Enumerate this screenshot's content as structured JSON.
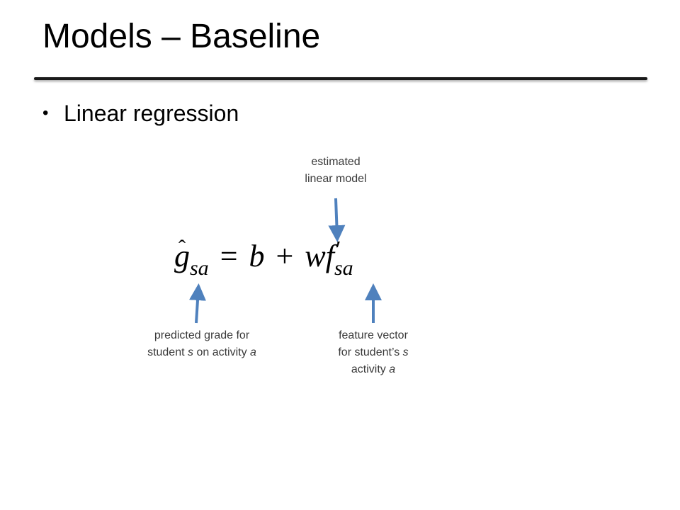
{
  "slide": {
    "title": "Models – Baseline",
    "bullet_marker": "•",
    "bullet": "Linear regression"
  },
  "formula": {
    "lhs_symbol": "g",
    "lhs_hat": "ˆ",
    "lhs_subscript": "sa",
    "equals": "=",
    "bias": "b",
    "plus": "+",
    "weight": "w",
    "feature": "f",
    "feature_prime": "′",
    "feature_subscript": "sa"
  },
  "annotations": {
    "top": {
      "line1": "estimated",
      "line2": "linear model"
    },
    "left": {
      "line1": "predicted grade for",
      "line2_pre": "student ",
      "line2_s": "s",
      "line2_mid": " on activity ",
      "line2_a": "a"
    },
    "right": {
      "line1": "feature vector",
      "line2_pre": "for student’s ",
      "line2_s": "s",
      "line3": "activity ",
      "line3_a": "a"
    }
  },
  "colors": {
    "arrow": "#4f81bd",
    "arrow_dark": "#3b6a9e",
    "annotation_text": "#3a3a3a"
  }
}
